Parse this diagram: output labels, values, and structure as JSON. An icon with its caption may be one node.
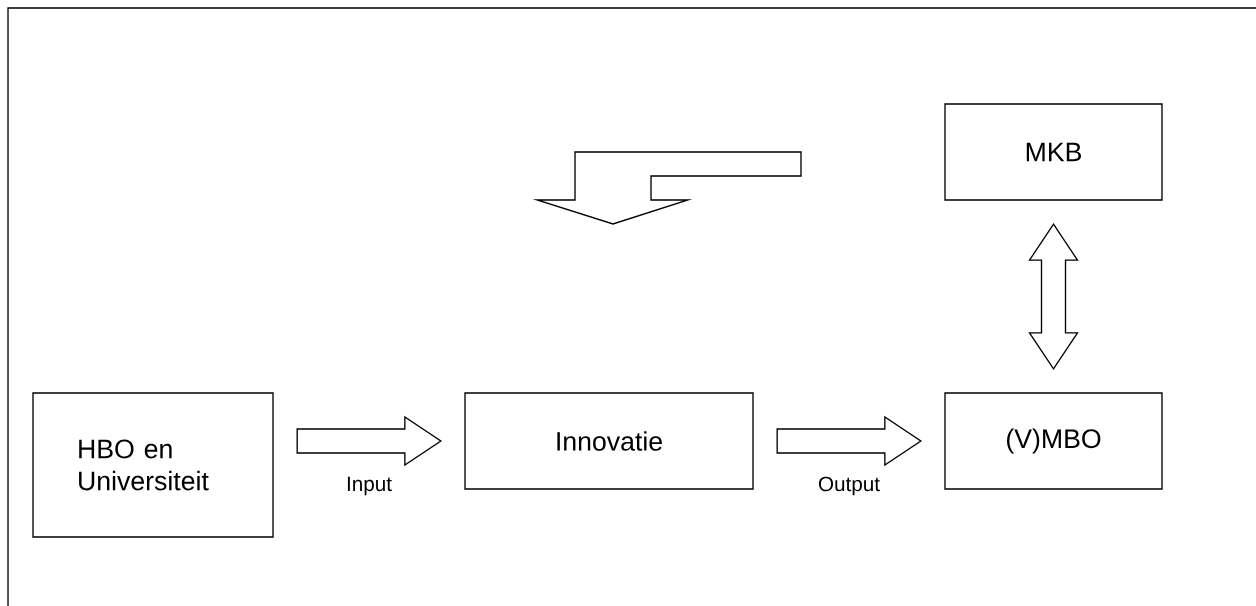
{
  "diagram": {
    "nodes": [
      {
        "text": [
          "MKB"
        ]
      },
      {
        "text": [
          "HBO en Universiteit"
        ]
      },
      {
        "text": [
          "Innovatie"
        ]
      },
      {
        "text": [
          "(V)MBO"
        ]
      }
    ],
    "edges": [
      {
        "from": 1,
        "to": 2,
        "arrow": "to",
        "label": "Input"
      },
      {
        "from": 2,
        "to": 3,
        "arrow": "to",
        "label": "Output"
      },
      {
        "from": 0,
        "to": 3,
        "arrow": "both"
      }
    ]
  }
}
